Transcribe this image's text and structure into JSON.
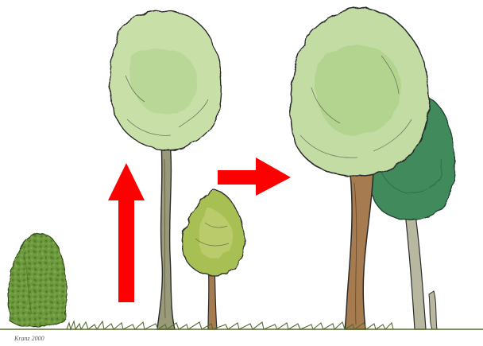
{
  "illustration": {
    "signature_text": "Kranz 2000",
    "colors": {
      "arrow": "#ff0000",
      "foliage_light": "#c8e0a8",
      "foliage_mid": "#a9cf82",
      "foliage_olive": "#a8bf52",
      "foliage_dark": "#3f8a5c",
      "shrub": "#6e9a3c",
      "trunk_grey": "#9a9a7a",
      "trunk_brown": "#a57b4f",
      "grass": "#556b2f",
      "outline": "#2b2b2b"
    },
    "arrows": [
      {
        "name": "up-arrow",
        "direction": "up"
      },
      {
        "name": "right-arrow",
        "direction": "right"
      }
    ]
  }
}
